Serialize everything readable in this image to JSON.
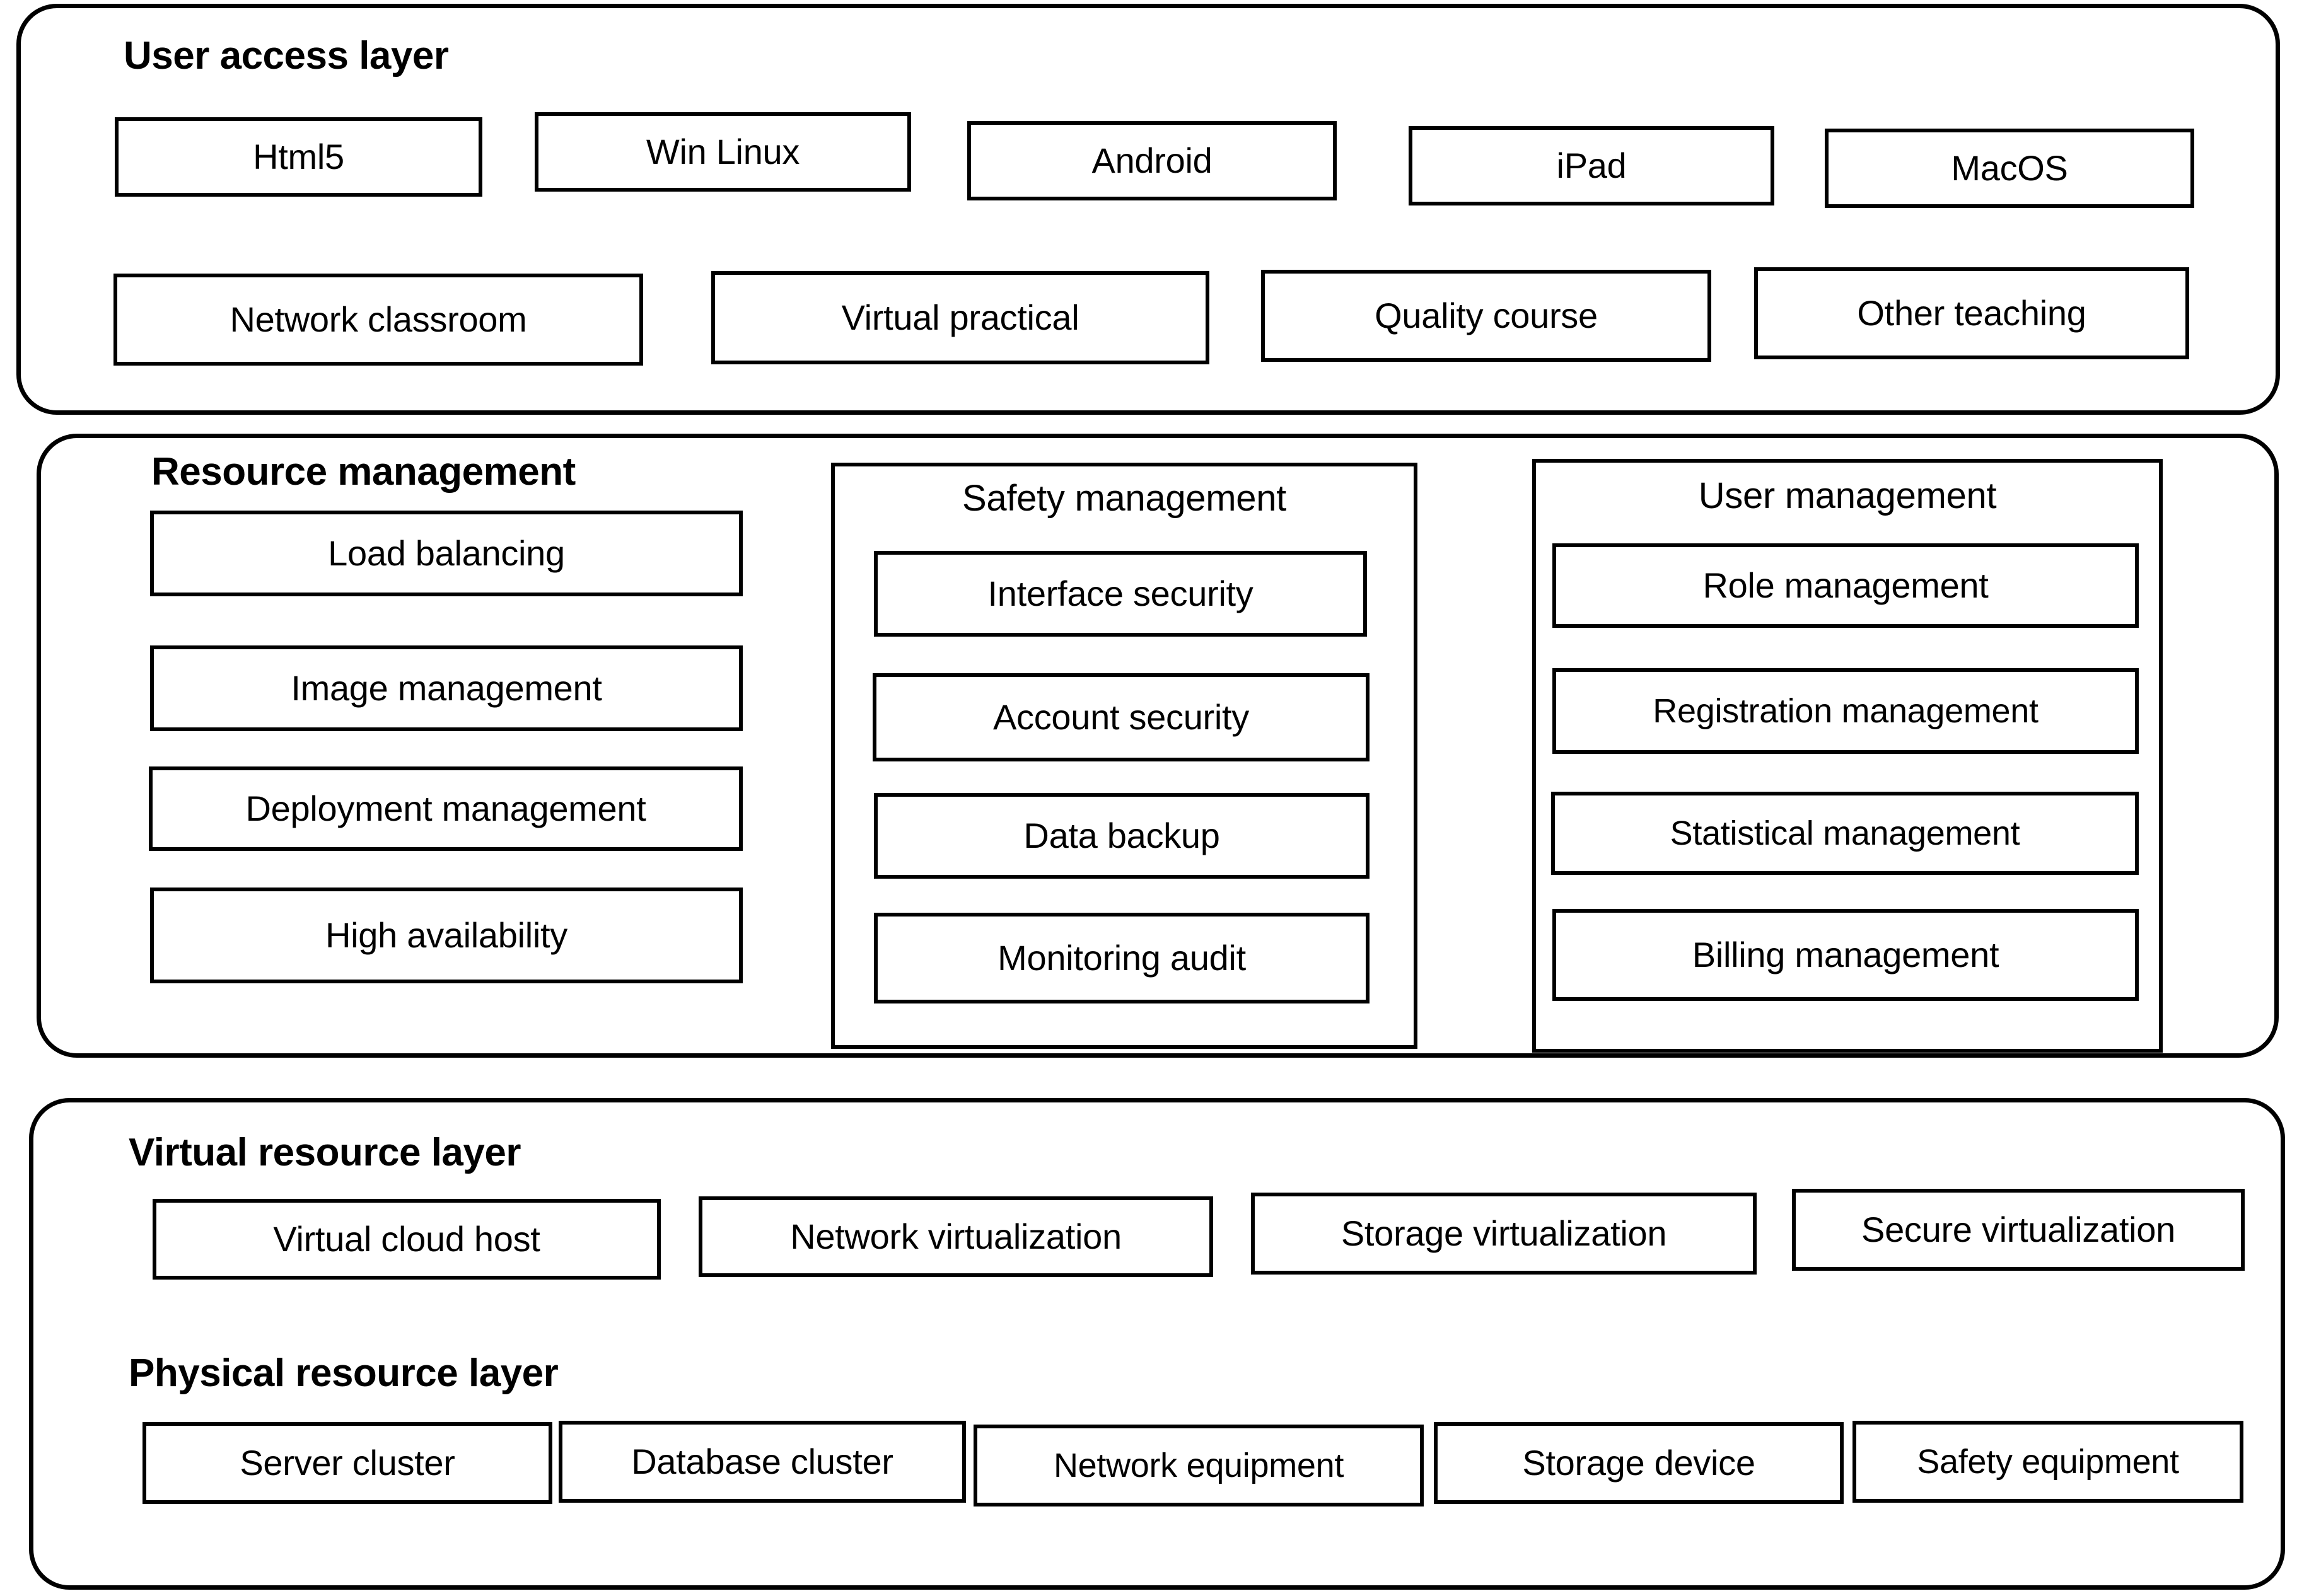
{
  "diagram": {
    "type": "layered-architecture",
    "colors": {
      "stroke": "#000000",
      "fill": "#ffffff",
      "text": "#000000"
    },
    "layers": [
      {
        "id": "user-access-layer",
        "title": "User access layer",
        "rows": [
          {
            "id": "client-platforms",
            "items": [
              "Html5",
              "Win Linux",
              "Android",
              "iPad",
              "MacOS"
            ]
          },
          {
            "id": "teaching-applications",
            "items": [
              "Network classroom",
              "Virtual practical",
              "Quality course",
              "Other teaching"
            ]
          }
        ]
      },
      {
        "id": "management-layer",
        "title": "Resource management",
        "columns": [
          {
            "id": "resource-management",
            "title": "Resource management",
            "title_is_layer_heading": true,
            "items": [
              "Load balancing",
              "Image management",
              "Deployment management",
              "High availability"
            ]
          },
          {
            "id": "safety-management",
            "title": "Safety management",
            "title_is_layer_heading": false,
            "items": [
              "Interface security",
              "Account security",
              "Data backup",
              "Monitoring audit"
            ]
          },
          {
            "id": "user-management",
            "title": "User management",
            "title_is_layer_heading": false,
            "items": [
              "Role management",
              "Registration management",
              "Statistical management",
              "Billing management"
            ]
          }
        ]
      },
      {
        "id": "resource-layer",
        "title": "Virtual resource layer",
        "subtitle": "Physical resource layer",
        "rows": [
          {
            "id": "virtual-resources",
            "items": [
              "Virtual cloud host",
              "Network virtualization",
              "Storage virtualization",
              "Secure virtualization"
            ]
          },
          {
            "id": "physical-resources",
            "items": [
              "Server cluster",
              "Database cluster",
              "Network equipment",
              "Storage device",
              "Safety equipment"
            ]
          }
        ]
      }
    ]
  }
}
